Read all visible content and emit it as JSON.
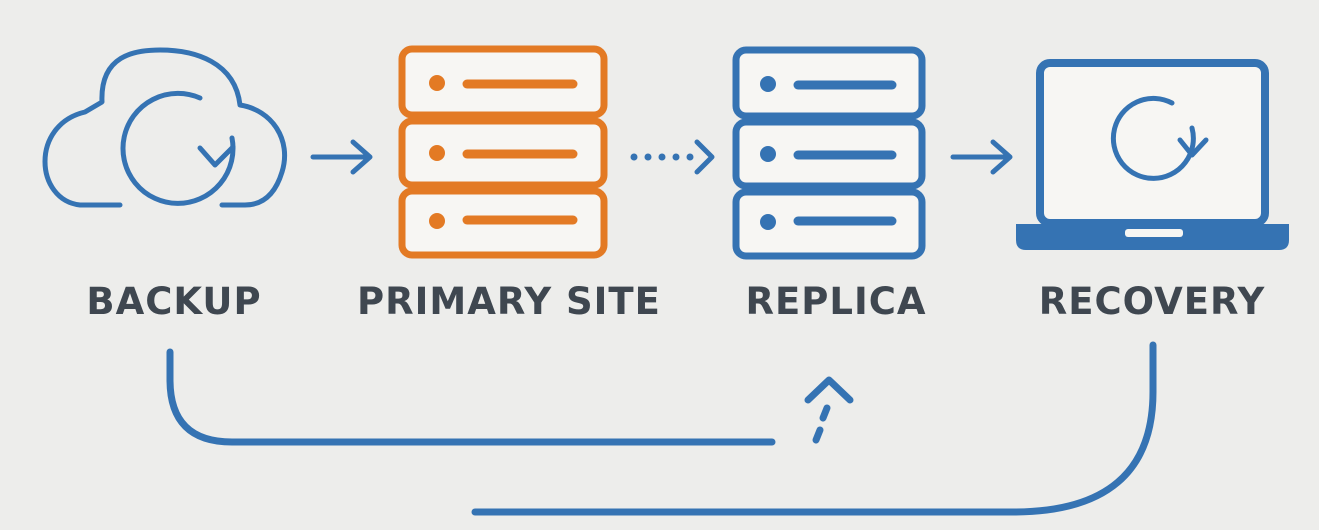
{
  "colors": {
    "background": "#ededeb",
    "blue": "#3573b3",
    "orange": "#e37a24",
    "label": "#3f4750",
    "server_fill": "#f7f6f3"
  },
  "nodes": [
    {
      "id": "backup",
      "label": "BACKUP",
      "icon": "cloud-sync-icon",
      "color": "blue"
    },
    {
      "id": "primary",
      "label": "PRIMARY SITE",
      "icon": "server-rack-icon",
      "color": "orange"
    },
    {
      "id": "replica",
      "label": "REPLICA",
      "icon": "server-rack-icon",
      "color": "blue"
    },
    {
      "id": "recovery",
      "label": "RECOVERY",
      "icon": "laptop-sync-icon",
      "color": "blue"
    }
  ],
  "connectors": [
    {
      "from": "backup",
      "to": "primary",
      "style": "solid",
      "icon": "arrow-right-icon"
    },
    {
      "from": "primary",
      "to": "replica",
      "style": "dotted",
      "icon": "arrow-right-icon"
    },
    {
      "from": "replica",
      "to": "recovery",
      "style": "solid",
      "icon": "arrow-right-icon"
    },
    {
      "from": "backup",
      "to": "replica",
      "style": "solid-then-dashed",
      "icon": "arrow-up-icon"
    },
    {
      "from": "recovery",
      "to": "bottom",
      "style": "solid",
      "icon": "return-line"
    }
  ]
}
